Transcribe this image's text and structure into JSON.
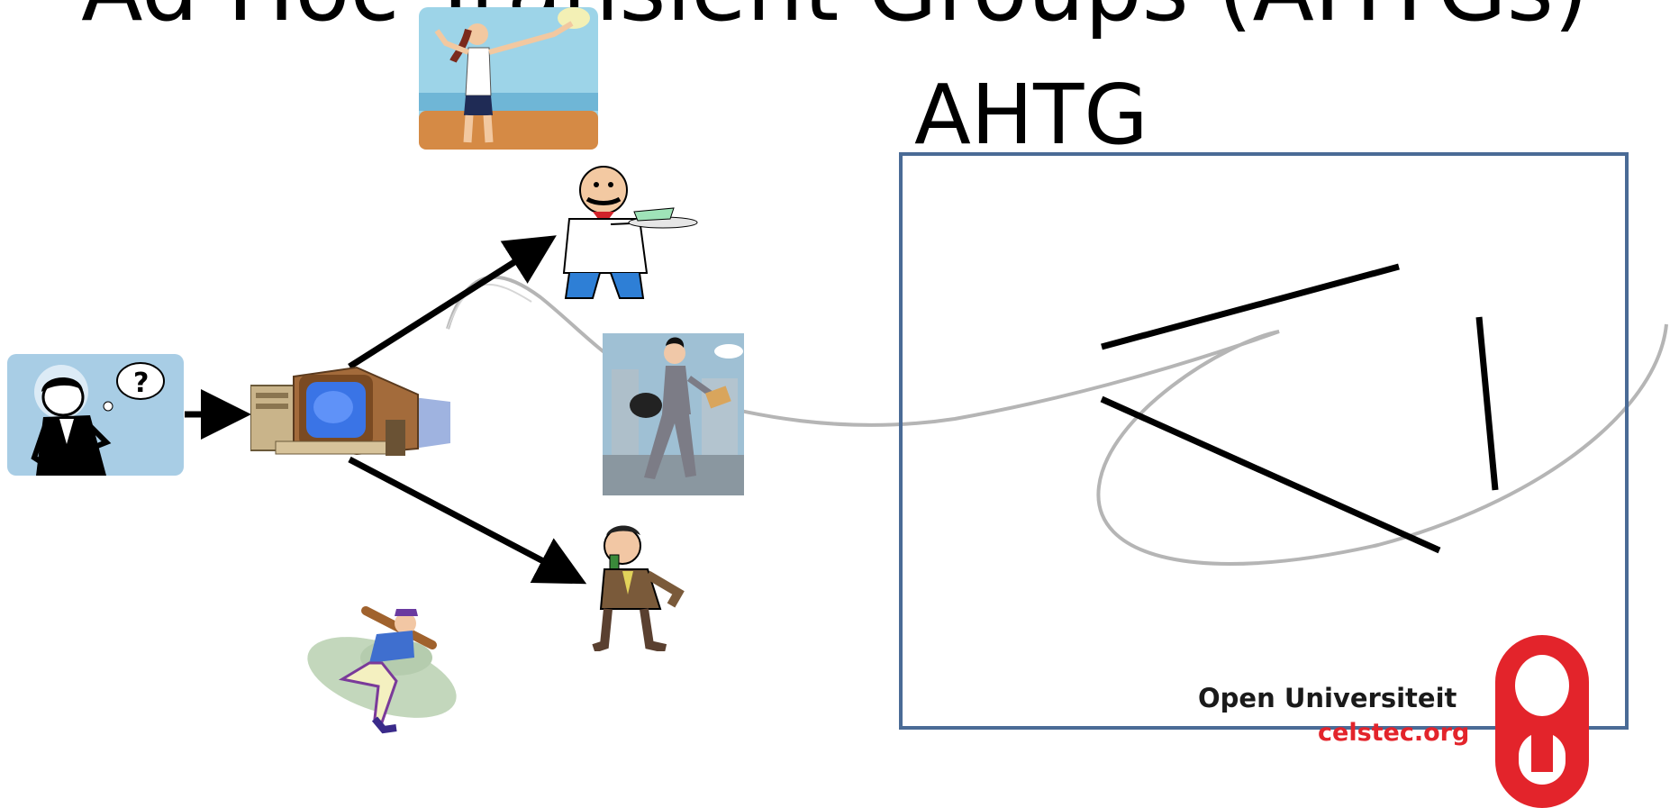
{
  "slide": {
    "title": "Ad Hoc Transient Groups (AHTGs)",
    "box_label": "AHTG"
  },
  "figures": [
    {
      "name": "puzzled-person-clipart",
      "description": "thinking person with question mark"
    },
    {
      "name": "computer-clipart",
      "description": "desktop computer"
    },
    {
      "name": "woman-beach-clipart",
      "description": "woman with frisbee on beach"
    },
    {
      "name": "waiter-clipart",
      "description": "waiter carrying plate"
    },
    {
      "name": "businesswoman-clipart",
      "description": "walking businesswoman"
    },
    {
      "name": "man-phone-clipart",
      "description": "man on mobile phone"
    },
    {
      "name": "baseball-player-clipart",
      "description": "baseball batter"
    }
  ],
  "logo": {
    "name": "Open Universiteit",
    "site": "celstec.org",
    "colors": {
      "mark": "#e3242b",
      "text": "#1a1a1a",
      "site": "#e3242b"
    }
  },
  "colors": {
    "box_border": "#4a6b96",
    "arrows": "#000000",
    "trail": "#b5b5b5"
  }
}
